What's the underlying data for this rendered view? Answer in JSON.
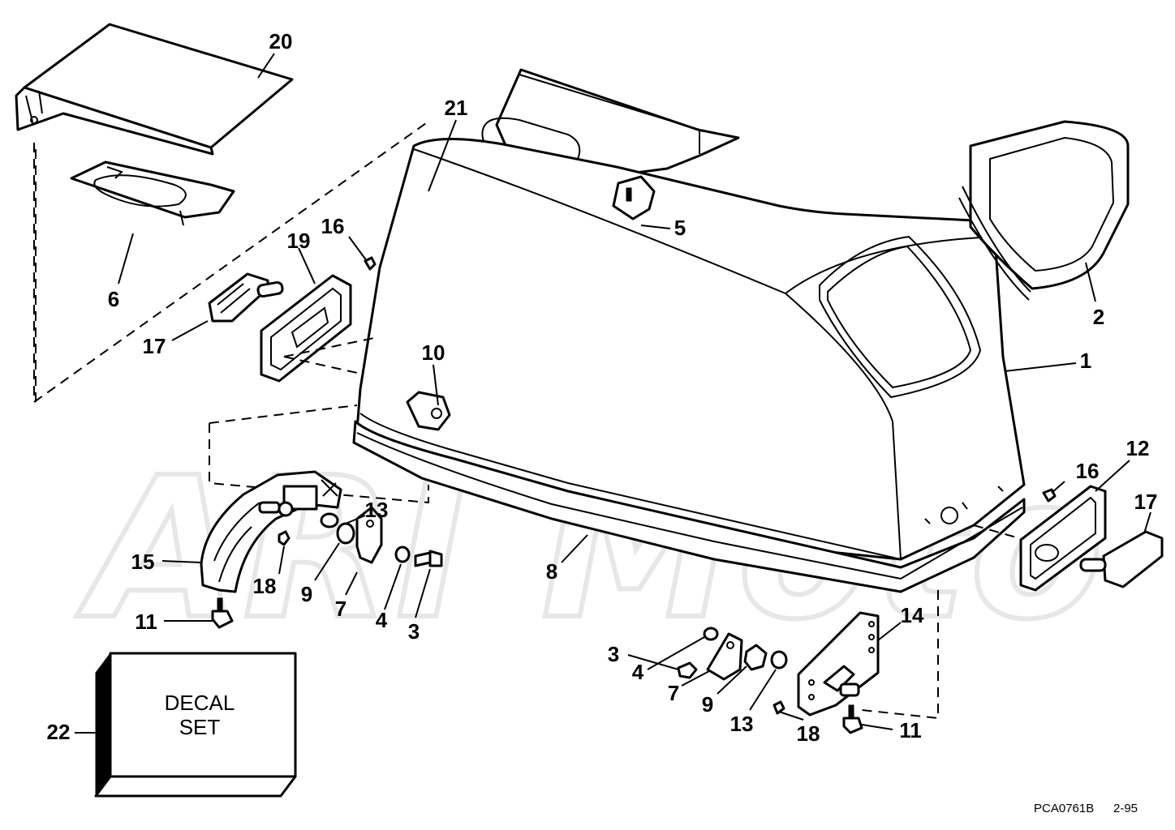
{
  "diagram": {
    "watermark": "ARI Moto",
    "callouts": [
      {
        "id": "c20",
        "text": "20"
      },
      {
        "id": "c21",
        "text": "21"
      },
      {
        "id": "c16a",
        "text": "16"
      },
      {
        "id": "c19",
        "text": "19"
      },
      {
        "id": "c6",
        "text": "6"
      },
      {
        "id": "c17a",
        "text": "17"
      },
      {
        "id": "c5",
        "text": "5"
      },
      {
        "id": "c2",
        "text": "2"
      },
      {
        "id": "c1",
        "text": "1"
      },
      {
        "id": "c10",
        "text": "10"
      },
      {
        "id": "c12",
        "text": "12"
      },
      {
        "id": "c16b",
        "text": "16"
      },
      {
        "id": "c17b",
        "text": "17"
      },
      {
        "id": "c13a",
        "text": "13"
      },
      {
        "id": "c15",
        "text": "15"
      },
      {
        "id": "c18a",
        "text": "18"
      },
      {
        "id": "c9a",
        "text": "9"
      },
      {
        "id": "c7a",
        "text": "7"
      },
      {
        "id": "c4a",
        "text": "4"
      },
      {
        "id": "c3a",
        "text": "3"
      },
      {
        "id": "c8",
        "text": "8"
      },
      {
        "id": "c11a",
        "text": "11"
      },
      {
        "id": "c14",
        "text": "14"
      },
      {
        "id": "c3b",
        "text": "3"
      },
      {
        "id": "c4b",
        "text": "4"
      },
      {
        "id": "c7b",
        "text": "7"
      },
      {
        "id": "c9b",
        "text": "9"
      },
      {
        "id": "c13b",
        "text": "13"
      },
      {
        "id": "c18b",
        "text": "18"
      },
      {
        "id": "c11b",
        "text": "11"
      },
      {
        "id": "c22",
        "text": "22"
      }
    ],
    "decal_box": {
      "line1": "DECAL",
      "line2": "SET"
    },
    "drawing_code": "PCA0761B",
    "revision": "2-95"
  }
}
